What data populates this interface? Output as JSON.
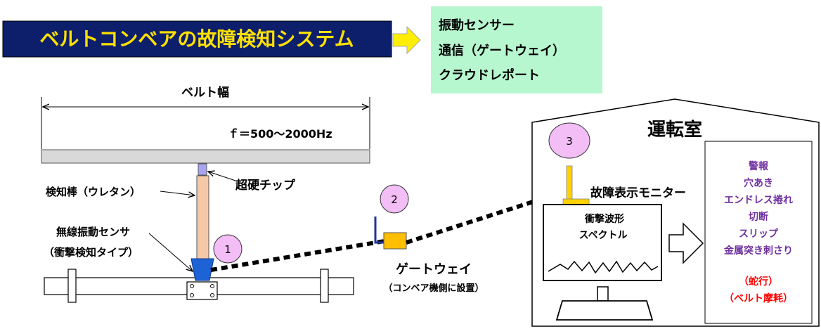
{
  "title": "ベルトコンベアの故障検知システム",
  "system_items": [
    "振動センサー",
    "通信（ゲートウェイ）",
    "クラウドレポート"
  ],
  "belt": {
    "width_label": "ベルト幅",
    "freq_label": "ｆ＝500～2000Hz"
  },
  "labels": {
    "rod": "検知棒（ウレタン）",
    "tip": "超硬チップ",
    "sensor_line1": "無線振動センサ",
    "sensor_line2": "（衝撃検知タイプ）",
    "gateway": "ゲートウェイ",
    "gateway_note": "（コンベア機側に設置）",
    "control_room": "運転室",
    "monitor": "故障表示モニター",
    "screen_line1": "衝撃波形",
    "screen_line2": "スペクトル"
  },
  "markers": [
    "1",
    "2",
    "3"
  ],
  "alerts": [
    "警報",
    "穴あき",
    "エンドレス捲れ",
    "切断",
    "スリップ",
    "金属突き刺さり"
  ],
  "secondary_alerts": [
    "（蛇行）",
    "（ベルト摩耗）"
  ],
  "colors": {
    "title_bg": "#0d1f6b",
    "title_text": "#ffe100",
    "arrow": "#ffee00",
    "system_box": "#b7f7d0",
    "belt": "#d9d9d9",
    "tip": "#a7a4f2",
    "rod": "#f5c9a8",
    "sensor": "#1e63d6",
    "gateway": "#ffbf00",
    "gateway_antenna": "#223399",
    "marker_fill": "#f3bdf5",
    "tower": "#ffd200",
    "alert_text": "#7030a0",
    "secondary_text": "#ff0000"
  }
}
